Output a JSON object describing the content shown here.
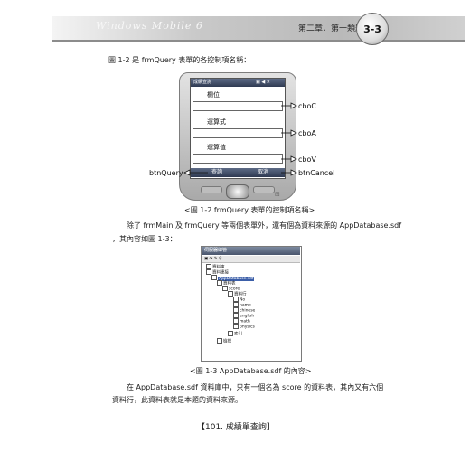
{
  "header": {
    "book_logo": "Windows Mobile 6",
    "chapter": "第二章．第一類題目",
    "section": "3-3"
  },
  "intro": {
    "text": "圖 1-2 是 frmQuery 表單的各控制項名稱："
  },
  "figure1": {
    "window_title": "成績查詢",
    "titlebar_icons": "▣ ◀ ✕",
    "labels": [
      "欄位",
      "運算式",
      "運算值"
    ],
    "softkeys": {
      "left": "查詢",
      "right": "取消"
    },
    "callouts": {
      "cboC": "cboC",
      "cboA": "cboA",
      "cboV": "cboV",
      "btnQuery": "btnQuery",
      "btnCancel": "btnCancel"
    },
    "caption": "<圖 1-2    frmQuery 表單的控制項名稱>"
  },
  "para2": {
    "line1": "除了 frmMain 及 frmQuery 等兩個表單外，還有個為資料來源的 AppDatabase.sdf",
    "line2": "，其內容如圖 1-3："
  },
  "figure2": {
    "window_title": "伺服器總管",
    "toolbar": "▣ ⟳ ✎ ⚲",
    "tree": [
      "資料庫",
      "資料連接",
      "AppDatabase.sdf",
      "資料表",
      "score",
      "資料行",
      "No",
      "name",
      "chinese",
      "english",
      "math",
      "physics",
      "索引",
      "檢視"
    ],
    "caption": "<圖 1-3    AppDatabase.sdf 的內容>"
  },
  "para3": {
    "line1": "在 AppDatabase.sdf 資料庫中，只有一個名為 score 的資料表，其內又有六個",
    "line2": "資料行，此資料表就是本題的資料來源。"
  },
  "footer": {
    "text": "【101. 成績單查詢】"
  }
}
